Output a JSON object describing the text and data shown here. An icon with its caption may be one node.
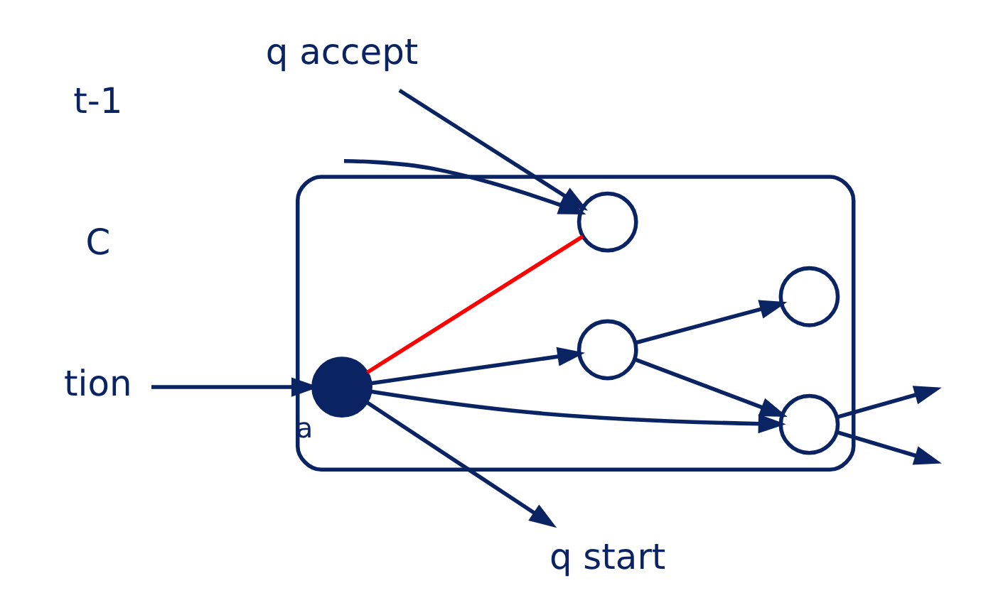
{
  "diagram": {
    "nodes": [
      {
        "text": [],
        "shape": "ellipse"
      },
      {
        "text": [],
        "shape": "circle",
        "in": 0,
        "beside": [
          "a"
        ]
      },
      {
        "text": [],
        "shape": "circle",
        "in": 0
      },
      {
        "text": [],
        "shape": "circle",
        "in": 0
      },
      {
        "text": [],
        "shape": "circle",
        "in": 0
      },
      {
        "text": [],
        "shape": "circle",
        "in": 0
      },
      {
        "text": [
          "tion"
        ]
      },
      {
        "text": [
          "q start"
        ]
      },
      {
        "text": [
          "q accept"
        ]
      }
    ],
    "edges": [
      {
        "from": 6,
        "to": 1,
        "arrow": "to"
      },
      {
        "from": 1,
        "to": 7,
        "arrow": "to"
      },
      {
        "from": 1,
        "to": 2,
        "arrow": "to"
      },
      {
        "from": 1,
        "to": 3,
        "arrow": "to"
      },
      {
        "from": 3,
        "to": 2,
        "arrow": "to"
      },
      {
        "from": 3,
        "to": 4,
        "arrow": "to"
      },
      {
        "from": 2,
        "to": null,
        "arrow": "to"
      },
      {
        "from": 2,
        "to": null,
        "arrow": "to"
      },
      {
        "from": 1,
        "to": 5,
        "arrow": "none",
        "color": "#ff0000"
      },
      {
        "from": 8,
        "to": 5,
        "arrow": "to"
      },
      {
        "from": null,
        "to": 5,
        "arrow": "to"
      }
    ],
    "labels": [
      "C",
      "t-1"
    ]
  }
}
